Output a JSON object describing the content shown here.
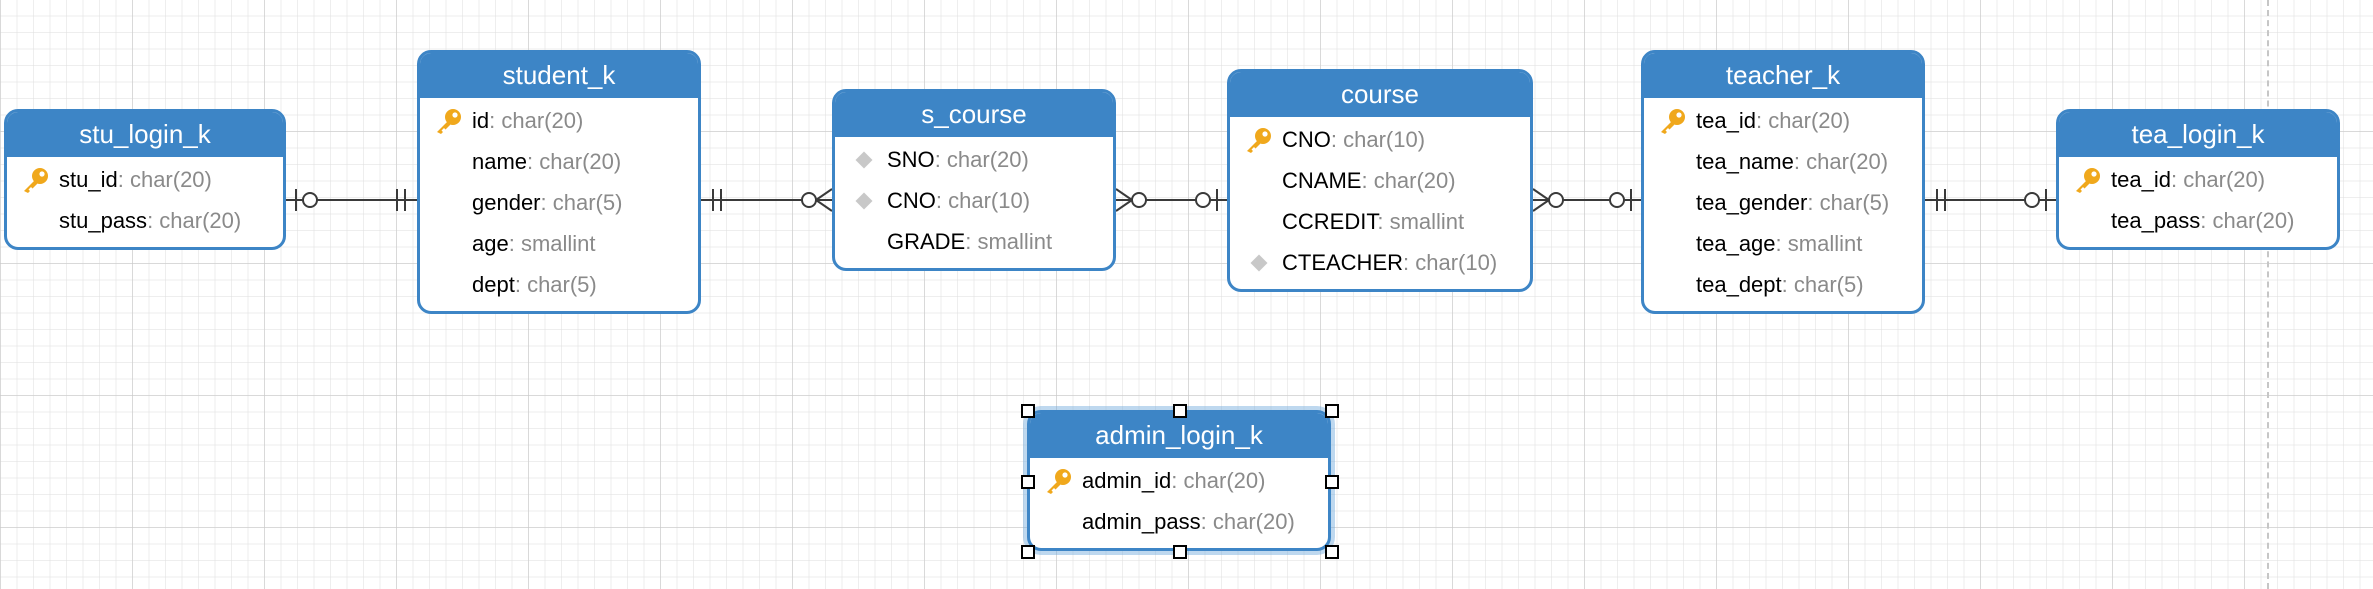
{
  "diagram": {
    "entities": [
      {
        "id": "stu_login_k",
        "title": "stu_login_k",
        "attributes": [
          {
            "name": "stu_id",
            "type": "char(20)",
            "icon": "primary-key"
          },
          {
            "name": "stu_pass",
            "type": "char(20)",
            "icon": "none"
          }
        ]
      },
      {
        "id": "student_k",
        "title": "student_k",
        "attributes": [
          {
            "name": "id",
            "type": "char(20)",
            "icon": "primary-key"
          },
          {
            "name": "name",
            "type": "char(20)",
            "icon": "none"
          },
          {
            "name": "gender",
            "type": "char(5)",
            "icon": "none"
          },
          {
            "name": "age",
            "type": "smallint",
            "icon": "none"
          },
          {
            "name": "dept",
            "type": "char(5)",
            "icon": "none"
          }
        ]
      },
      {
        "id": "s_course",
        "title": "s_course",
        "attributes": [
          {
            "name": "SNO",
            "type": "char(20)",
            "icon": "foreign-key"
          },
          {
            "name": "CNO",
            "type": "char(10)",
            "icon": "foreign-key"
          },
          {
            "name": "GRADE",
            "type": "smallint",
            "icon": "none"
          }
        ]
      },
      {
        "id": "course",
        "title": "course",
        "attributes": [
          {
            "name": "CNO",
            "type": "char(10)",
            "icon": "primary-key"
          },
          {
            "name": "CNAME",
            "type": "char(20)",
            "icon": "none"
          },
          {
            "name": "CCREDIT",
            "type": "smallint",
            "icon": "none"
          },
          {
            "name": "CTEACHER",
            "type": "char(10)",
            "icon": "foreign-key"
          }
        ]
      },
      {
        "id": "teacher_k",
        "title": "teacher_k",
        "attributes": [
          {
            "name": "tea_id",
            "type": "char(20)",
            "icon": "primary-key"
          },
          {
            "name": "tea_name",
            "type": "char(20)",
            "icon": "none"
          },
          {
            "name": "tea_gender",
            "type": "char(5)",
            "icon": "none"
          },
          {
            "name": "tea_age",
            "type": "smallint",
            "icon": "none"
          },
          {
            "name": "tea_dept",
            "type": "char(5)",
            "icon": "none"
          }
        ]
      },
      {
        "id": "tea_login_k",
        "title": "tea_login_k",
        "attributes": [
          {
            "name": "tea_id",
            "type": "char(20)",
            "icon": "primary-key"
          },
          {
            "name": "tea_pass",
            "type": "char(20)",
            "icon": "none"
          }
        ]
      },
      {
        "id": "admin_login_k",
        "title": "admin_login_k",
        "selected": true,
        "attributes": [
          {
            "name": "admin_id",
            "type": "char(20)",
            "icon": "primary-key"
          },
          {
            "name": "admin_pass",
            "type": "char(20)",
            "icon": "none"
          }
        ]
      }
    ],
    "relationships": [
      {
        "from": "stu_login_k",
        "to": "student_k",
        "from_cardinality": "zero-or-one",
        "to_cardinality": "exactly-one"
      },
      {
        "from": "student_k",
        "to": "s_course",
        "from_cardinality": "exactly-one",
        "to_cardinality": "zero-or-many"
      },
      {
        "from": "s_course",
        "to": "course",
        "from_cardinality": "zero-or-many",
        "to_cardinality": "zero-or-one"
      },
      {
        "from": "course",
        "to": "teacher_k",
        "from_cardinality": "zero-or-many",
        "to_cardinality": "zero-or-one"
      },
      {
        "from": "teacher_k",
        "to": "tea_login_k",
        "from_cardinality": "exactly-one",
        "to_cardinality": "zero-or-one"
      }
    ],
    "colors": {
      "header": "#3d85c6",
      "border": "#3d85c6",
      "header_text": "#ffffff",
      "type_text": "#8a8a8a",
      "primary_key_icon": "#f0a81c",
      "foreign_key_icon": "#c8c8c8",
      "connector": "#3a3a3a",
      "selection_halo": "#6fa8dc"
    }
  }
}
